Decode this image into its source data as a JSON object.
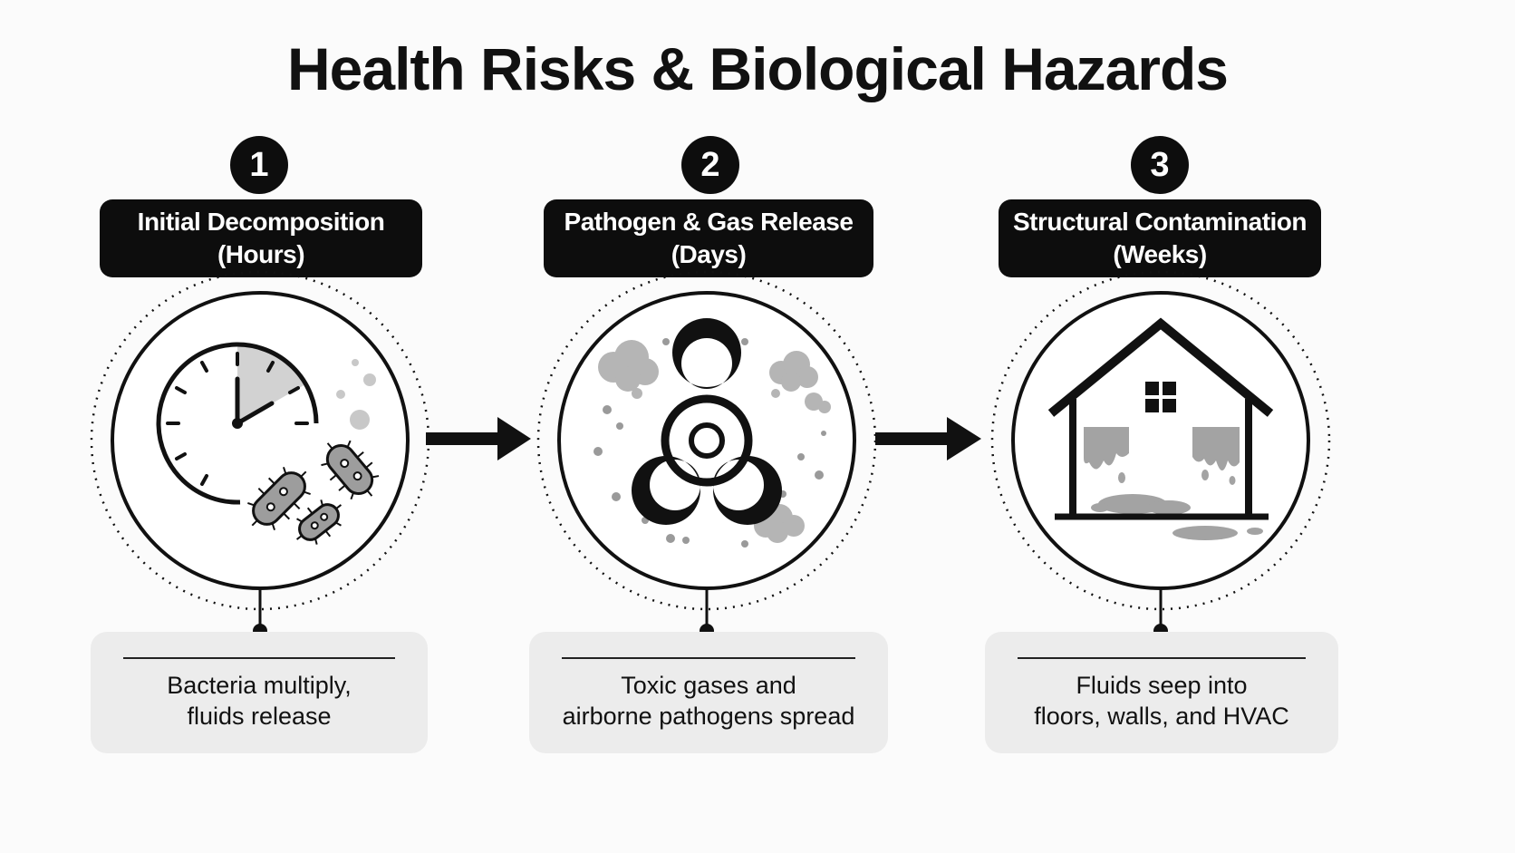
{
  "title": "Health Risks & Biological Hazards",
  "stages": [
    {
      "number": "1",
      "label_line1": "Initial Decomposition",
      "label_line2": "(Hours)",
      "desc_line1": "Bacteria multiply,",
      "desc_line2": "fluids release",
      "icon": "clock-with-bacteria-icon"
    },
    {
      "number": "2",
      "label_line1": "Pathogen & Gas Release",
      "label_line2": "(Days)",
      "desc_line1": "Toxic gases and",
      "desc_line2": "airborne pathogens spread",
      "icon": "biohazard-icon"
    },
    {
      "number": "3",
      "label_line1": "Structural Contamination",
      "label_line2": "(Weeks)",
      "desc_line1": "Fluids seep into",
      "desc_line2": "floors, walls, and HVAC",
      "icon": "contaminated-house-icon"
    }
  ],
  "colors": {
    "ink": "#0d0d0d",
    "gray": "#8f8f8f",
    "light": "#ececec"
  }
}
